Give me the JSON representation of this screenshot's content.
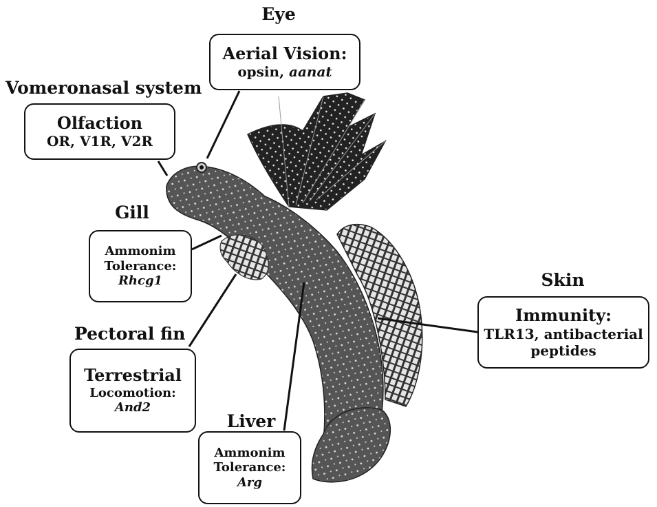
{
  "labels": {
    "eye": {
      "title": "Eye",
      "heading": "Aerial Vision:",
      "detail_plain": "opsin, ",
      "detail_italic": "aanat"
    },
    "vomeronasal": {
      "title": "Vomeronasal system",
      "heading": "Olfaction",
      "detail": "OR, V1R, V2R"
    },
    "gill": {
      "title": "Gill",
      "line1": "Ammonim",
      "line2": "Tolerance:",
      "gene": "Rhcg1"
    },
    "pectoral_fin": {
      "title": "Pectoral fin",
      "line1": "Terrestrial",
      "line2": "Locomotion:",
      "gene": "And2"
    },
    "liver": {
      "title": "Liver",
      "line1": "Ammonim",
      "line2": "Tolerance:",
      "gene": "Arg"
    },
    "skin": {
      "title": "Skin",
      "heading": "Immunity:",
      "line2": "TLR13, antibacterial",
      "line3": "peptides"
    }
  },
  "colors": {
    "fish_body": "#5a5a5a",
    "fish_dark": "#2b2b2b",
    "fin": "#3a3a3a",
    "spots": "#e8e8e8",
    "line": "#111111"
  },
  "icons": [
    "mudskipper-fish-illustration"
  ]
}
